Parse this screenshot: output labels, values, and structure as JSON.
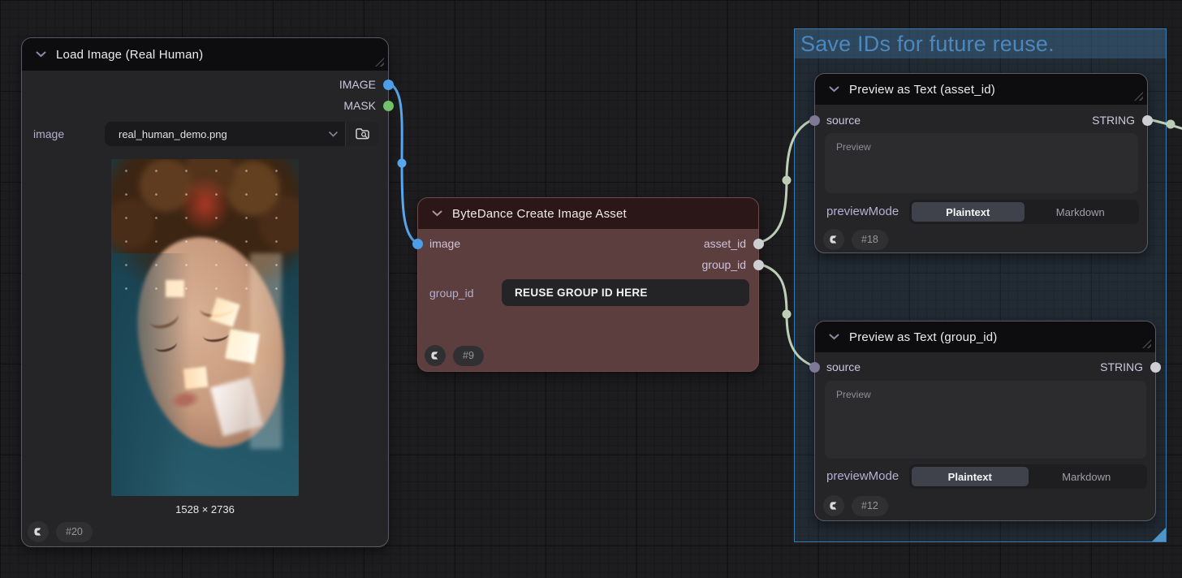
{
  "group": {
    "title": "Save IDs for future reuse."
  },
  "nodes": {
    "load_image": {
      "title": "Load Image (Real Human)",
      "outputs": [
        "IMAGE",
        "MASK"
      ],
      "image_widget": {
        "label": "image",
        "value": "real_human_demo.png"
      },
      "image_dimensions": "1528 × 2736",
      "badge": "#20"
    },
    "create_asset": {
      "title": "ByteDance Create Image Asset",
      "inputs": [
        "image"
      ],
      "outputs": [
        "asset_id",
        "group_id"
      ],
      "group_id_widget": {
        "label": "group_id",
        "value": "REUSE GROUP ID HERE"
      },
      "badge": "#9"
    },
    "preview_asset": {
      "title": "Preview as Text (asset_id)",
      "input": "source",
      "output": "STRING",
      "preview_placeholder": "Preview",
      "mode_label": "previewMode",
      "modes": [
        "Plaintext",
        "Markdown"
      ],
      "selected_mode": "Plaintext",
      "badge": "#18"
    },
    "preview_group": {
      "title": "Preview as Text (group_id)",
      "input": "source",
      "output": "STRING",
      "preview_placeholder": "Preview",
      "mode_label": "previewMode",
      "modes": [
        "Plaintext",
        "Markdown"
      ],
      "selected_mode": "Plaintext",
      "badge": "#12"
    }
  },
  "colors": {
    "image_wire": "#5aa7ee",
    "string_wire": "#bccfb6",
    "image_port": "#4c9ee8",
    "mask_port": "#72c06a",
    "generic_port": "#cfcfd3",
    "source_port": "#7d7996",
    "group_accent": "#4c88bd",
    "node_red_body": "#5c3e3e"
  }
}
